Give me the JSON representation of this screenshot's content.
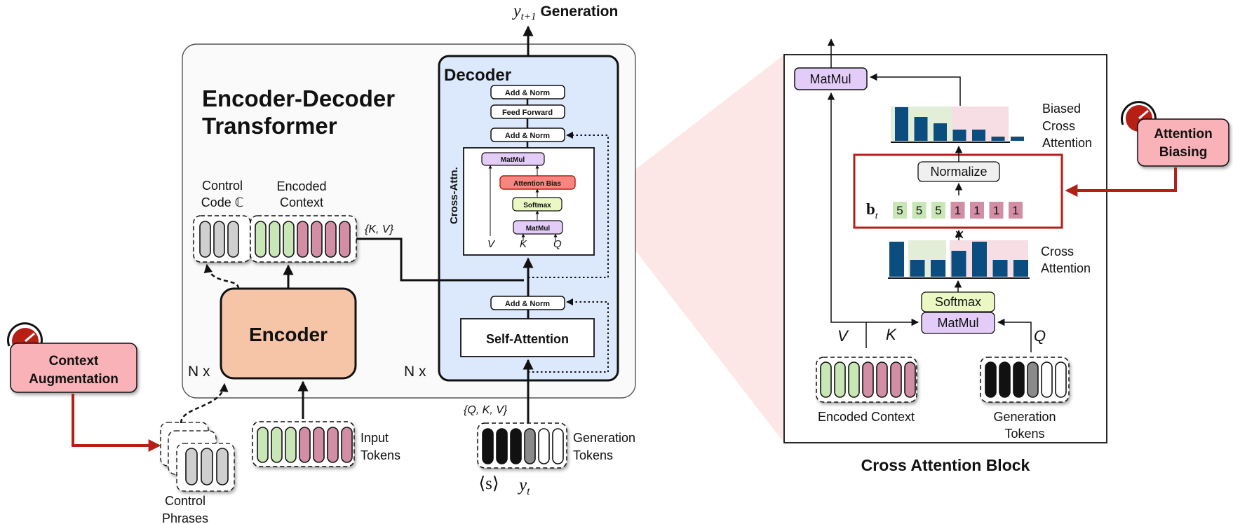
{
  "colors": {
    "encoder_fill": "#f6c5a8",
    "decoder_fill": "#dce8fc",
    "dark_red": "#b51f16",
    "knob_fill": "#f9b2b7",
    "matmul_fill": "#e3ccf8",
    "softmax_fill": "#ecf8c4",
    "attnbias_fill": "#f6867f",
    "token_green": "#c8e6b6",
    "token_pink": "#d28ea5",
    "token_grey": "#cfcfcf",
    "bar_blue": "#0c4d7f",
    "shade_green": "#e3eed8",
    "shade_pink": "#f7dde4",
    "zoom_pink": "#fde6e6"
  },
  "top": {
    "output_label": "y",
    "output_sub": "t+1",
    "output_word": "Generation"
  },
  "transformer": {
    "title_line1": "Encoder-Decoder",
    "title_line2": "Transformer",
    "control_code_line1": "Control",
    "control_code_line2": "Code ℂ",
    "encoded_context_line1": "Encoded",
    "encoded_context_line2": "Context",
    "kv_label": "{K, V}",
    "encoder_label": "Encoder",
    "encoder_repeat": "N x",
    "decoder_repeat": "N x",
    "decoder_title": "Decoder",
    "add_norm_top": "Add & Norm",
    "feed_forward": "Feed Forward",
    "add_norm_mid": "Add & Norm",
    "cross_attn_label": "Cross-Attn.",
    "inner_matmul_top": "MatMul",
    "inner_attention_bias": "Attention Bias",
    "inner_softmax": "Softmax",
    "inner_matmul_bottom": "MatMul",
    "inner_v": "V",
    "inner_k": "K",
    "inner_q": "Q",
    "add_norm_bottom": "Add & Norm",
    "self_attention": "Self-Attention"
  },
  "inputs": {
    "input_tokens_line1": "Input",
    "input_tokens_line2": "Tokens",
    "qkv_label": "{Q, K, V}",
    "gen_tokens_line1": "Generation",
    "gen_tokens_line2": "Tokens",
    "start_token": "⟨s⟩",
    "yt_label": "y",
    "yt_sub": "t",
    "control_phrases_line1": "Control",
    "control_phrases_line2": "Phrases"
  },
  "knobs": {
    "context_augmentation_line1": "Context",
    "context_augmentation_line2": "Augmentation",
    "attention_biasing_line1": "Attention",
    "attention_biasing_line2": "Biasing"
  },
  "cross_block": {
    "title": "Cross Attention Block",
    "matmul_top": "MatMul",
    "biased_line1": "Biased",
    "biased_line2": "Cross",
    "biased_line3": "Attention",
    "normalize": "Normalize",
    "bt_label": "b",
    "bt_sub": "t",
    "bias_values": [
      "5",
      "5",
      "5",
      "1",
      "1",
      "1",
      "1"
    ],
    "times": "×",
    "cross_line1": "Cross",
    "cross_line2": "Attention",
    "softmax": "Softmax",
    "matmul_bottom": "MatMul",
    "v": "V",
    "k": "K",
    "q": "Q",
    "encoded_context": "Encoded Context",
    "gen_tokens_line1": "Generation",
    "gen_tokens_line2": "Tokens"
  }
}
